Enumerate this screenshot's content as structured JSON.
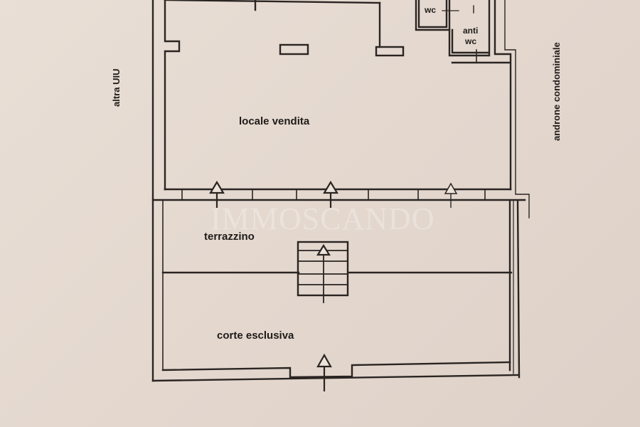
{
  "plan": {
    "type": "floor plan",
    "rooms": [
      {
        "id": "locale-vendita",
        "label": "locale vendita"
      },
      {
        "id": "terrazzino",
        "label": "terrazzino"
      },
      {
        "id": "corte-esclusiva",
        "label": "corte esclusiva"
      },
      {
        "id": "wc",
        "label": "wc"
      },
      {
        "id": "anti-wc",
        "label_line1": "anti",
        "label_line2": "wc"
      }
    ],
    "neighbors": {
      "left": "altra UIU",
      "right": "androne condominiale"
    },
    "watermark": "IMMOSCANDO",
    "colors": {
      "paper": "#e6dbd2",
      "ink": "#2a2522",
      "text": "#1e1b19"
    }
  }
}
